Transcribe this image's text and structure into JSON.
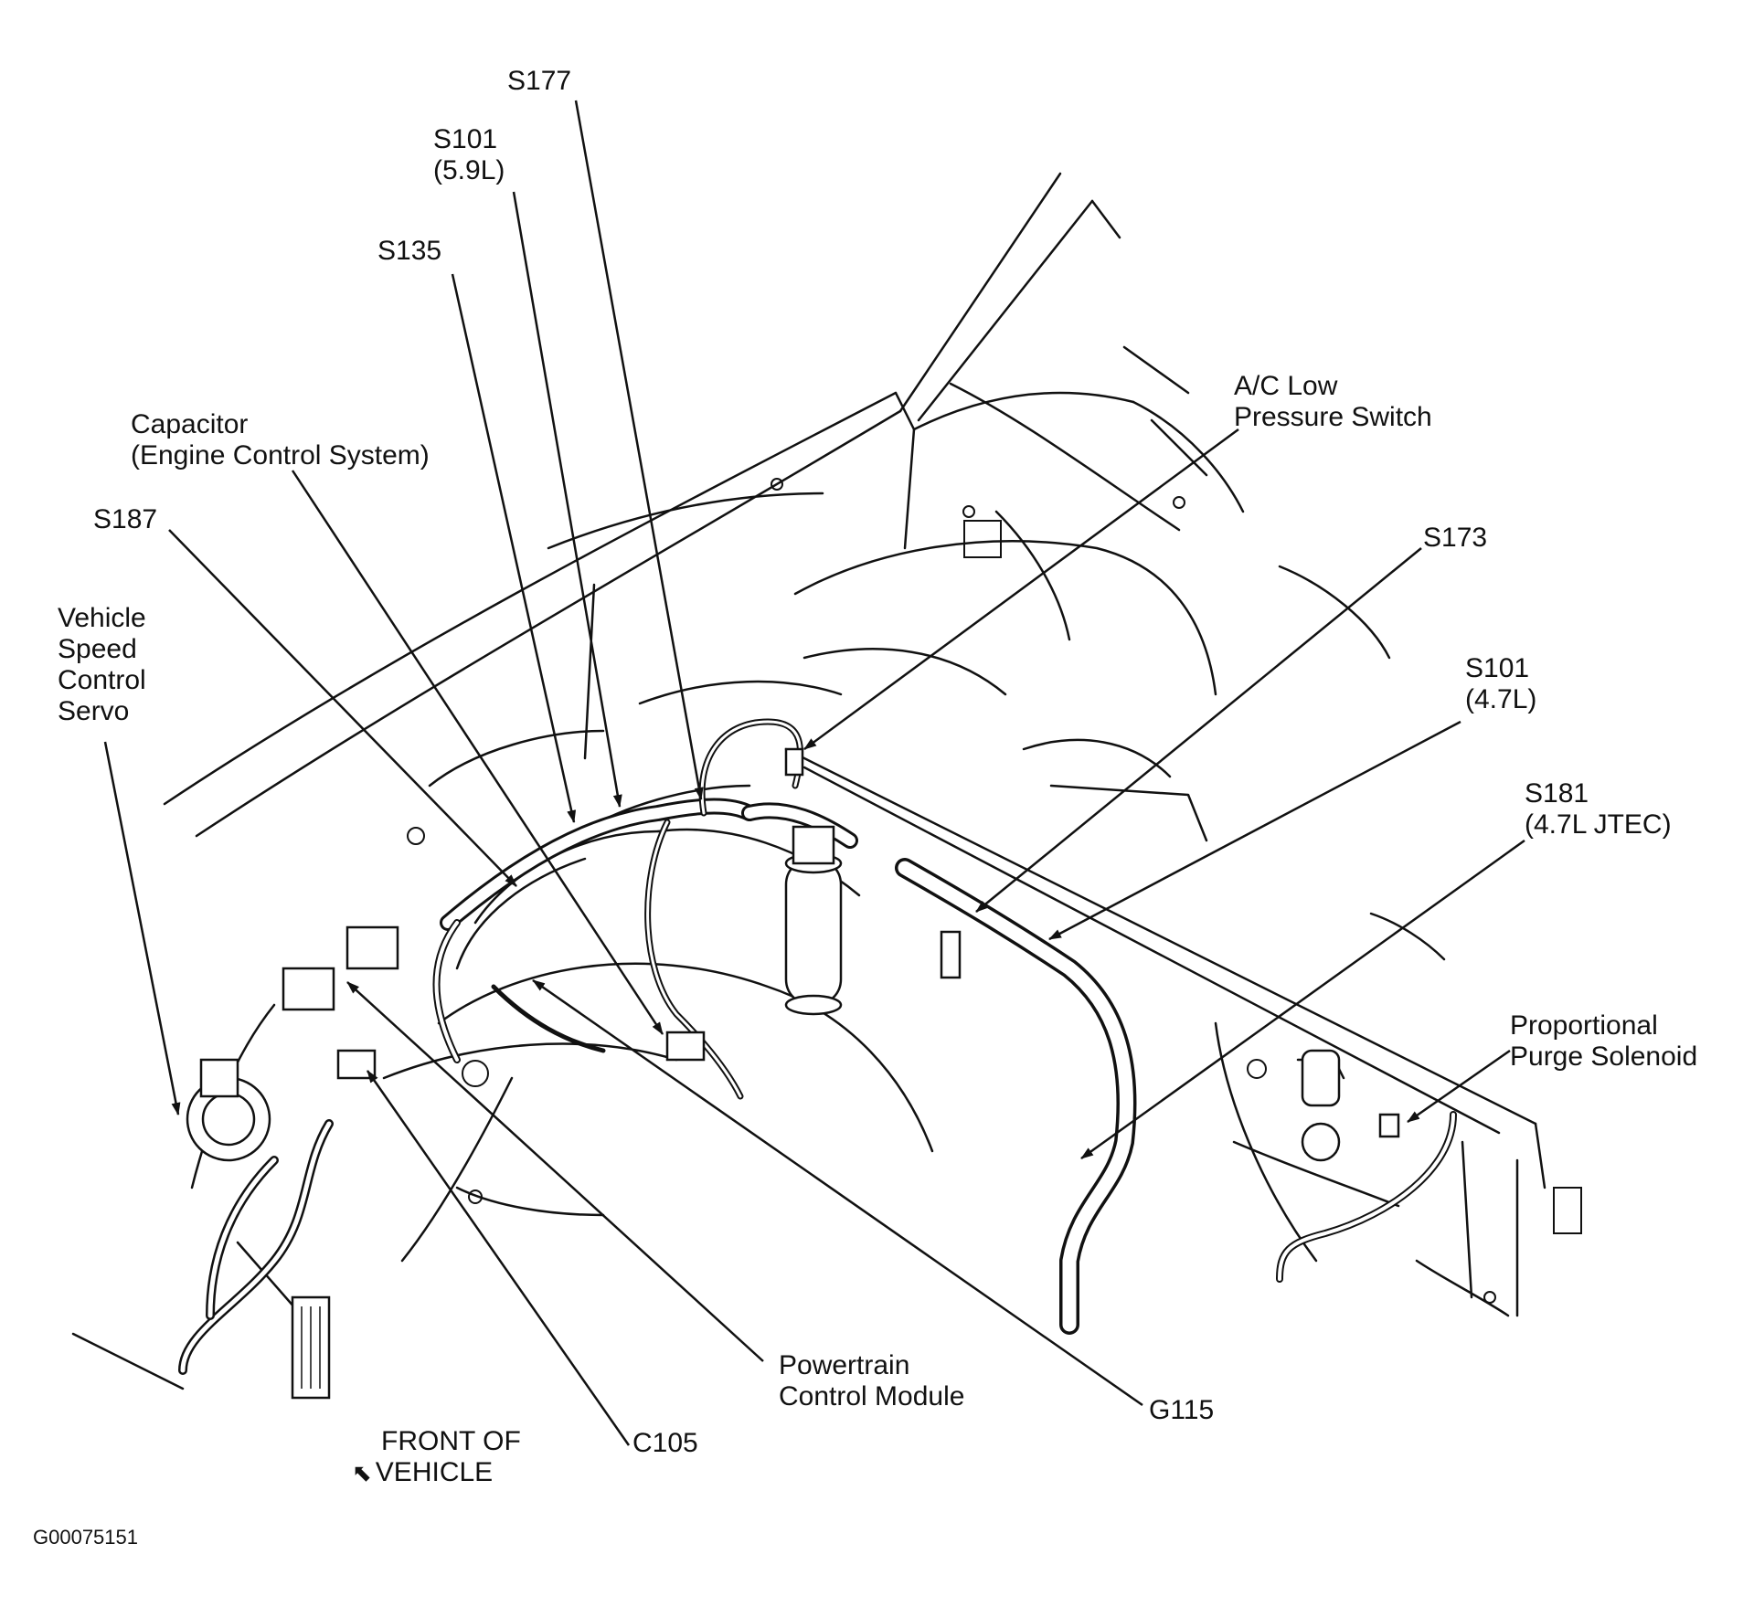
{
  "labels": {
    "s177": [
      "S177"
    ],
    "s101_59": [
      "S101",
      "(5.9L)"
    ],
    "s135": [
      "S135"
    ],
    "capacitor": [
      "Capacitor",
      "(Engine Control System)"
    ],
    "s187": [
      "S187"
    ],
    "vscs": [
      "Vehicle",
      "Speed",
      "Control",
      "Servo"
    ],
    "ac_low": [
      "A/C Low",
      "Pressure Switch"
    ],
    "s173": [
      "S173"
    ],
    "s101_47": [
      "S101",
      "(4.7L)"
    ],
    "s181": [
      "S181",
      "(4.7L JTEC)"
    ],
    "purge": [
      "Proportional",
      "Purge Solenoid"
    ],
    "pcm": [
      "Powertrain",
      "Control Module"
    ],
    "g115": [
      "G115"
    ],
    "c105": [
      "C105"
    ],
    "front": [
      "FRONT OF",
      "VEHICLE"
    ]
  },
  "figure_code": "G00075151"
}
